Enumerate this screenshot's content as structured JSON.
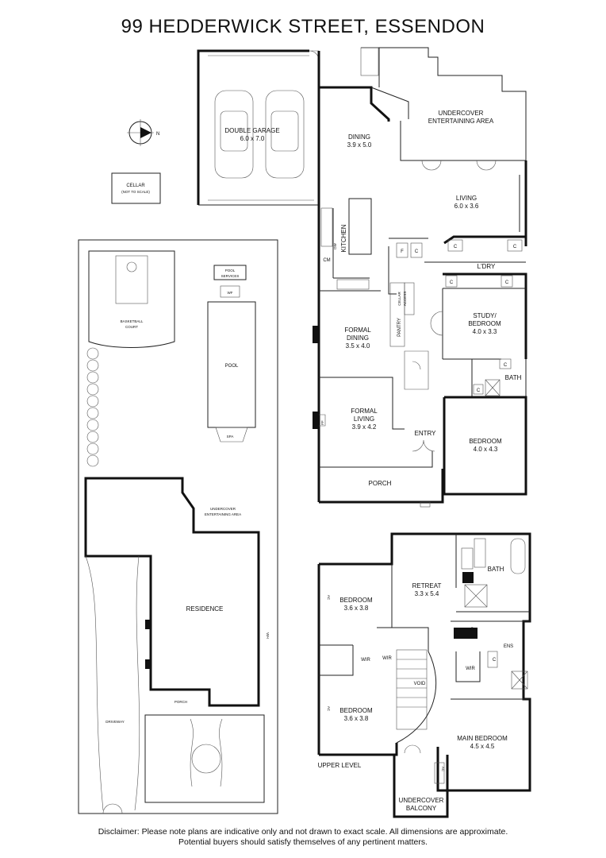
{
  "title": "99 HEDDERWICK STREET, ESSENDON",
  "compass": {
    "label": "N"
  },
  "cellar": {
    "label": "CELLAR",
    "note": "(NOT TO SCALE)"
  },
  "ground_floor": {
    "garage": {
      "name": "DOUBLE GARAGE",
      "size": "6.0 x 7.0"
    },
    "dining": {
      "name": "DINING",
      "size": "3.9 x 5.0"
    },
    "entertaining": {
      "line1": "UNDERCOVER",
      "line2": "ENTERTAINING AREA"
    },
    "living": {
      "name": "LIVING",
      "size": "6.0 x 3.6"
    },
    "kitchen": {
      "name": "KITCHEN"
    },
    "dw": "DW",
    "cm": "CM",
    "f": "F",
    "c": "C",
    "laundry": "L'DRY",
    "study": {
      "line1": "STUDY/",
      "line2": "BEDROOM",
      "size": "4.0 x 3.3"
    },
    "cellar_access": {
      "line1": "CELLAR",
      "line2": "ACCESS"
    },
    "pantry": "PANTRY",
    "formal_dining": {
      "line1": "FORMAL",
      "line2": "DINING",
      "size": "3.5 x 4.0"
    },
    "bath": "BATH",
    "formal_living": {
      "line1": "FORMAL",
      "line2": "LIVING",
      "size": "3.9 x 4.2"
    },
    "ff": "FF",
    "entry": "ENTRY",
    "bedroom": {
      "name": "BEDROOM",
      "size": "4.0 x 4.3"
    },
    "porch": "PORCH"
  },
  "site": {
    "pool_services": {
      "line1": "POOL",
      "line2": "SERVICES"
    },
    "wf": "WF",
    "basketball": {
      "line1": "BASKETBALL",
      "line2": "COURT"
    },
    "pool": "POOL",
    "spa": "SPA",
    "entertaining": {
      "line1": "UNDERCOVER",
      "line2": "ENTERTAINING AREA"
    },
    "residence": "RESIDENCE",
    "wh": "WH",
    "porch": "PORCH",
    "driveway": "DRIVEWAY"
  },
  "upper_level": {
    "label": "UPPER LEVEL",
    "bedroom1": {
      "name": "BEDROOM",
      "size": "3.6 x 3.8"
    },
    "retreat": {
      "name": "RETREAT",
      "size": "3.3 x 5.4"
    },
    "bath": "BATH",
    "ac": "AC",
    "wir": "WIR",
    "c": "C",
    "ens": "ENS",
    "void": "VOID",
    "bedroom2": {
      "name": "BEDROOM",
      "size": "3.6 x 3.8"
    },
    "main_bedroom": {
      "name": "MAIN BEDROOM",
      "size": "4.5 x 4.5"
    },
    "balcony": {
      "line1": "UNDERCOVER",
      "line2": "BALCONY"
    }
  },
  "disclaimer": {
    "line1": "Disclaimer: Please note plans are indicative only and not drawn to exact scale. All dimensions are approximate.",
    "line2": "Potential buyers should satisfy themselves of any pertinent matters."
  }
}
